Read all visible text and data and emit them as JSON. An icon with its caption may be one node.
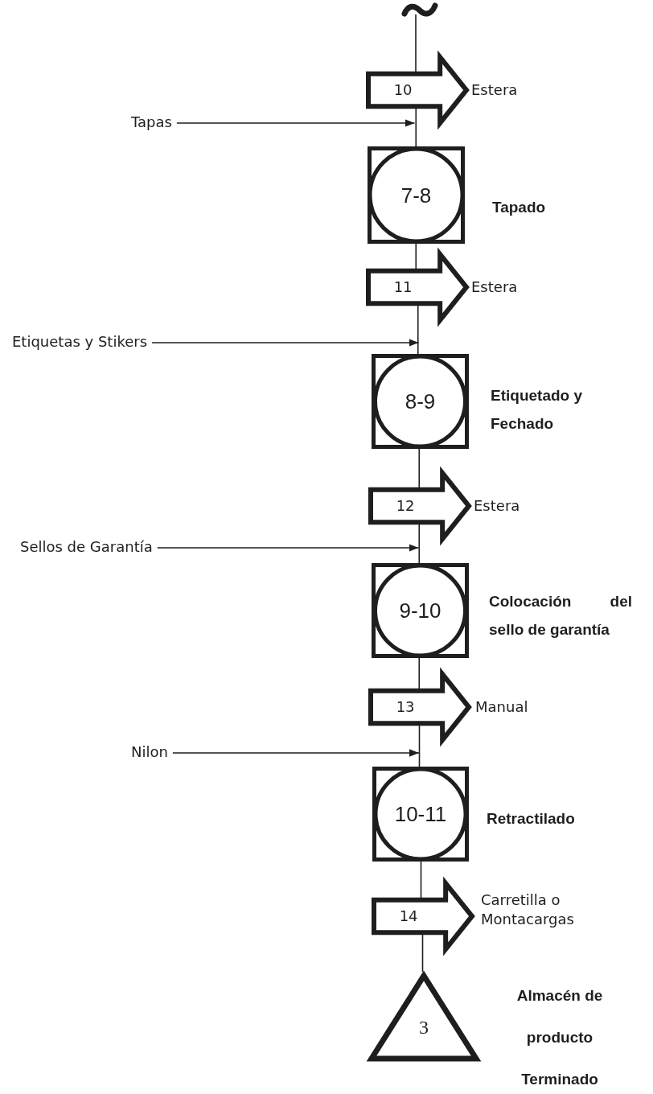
{
  "diagram": {
    "nodes": [
      {
        "text": [
          "10"
        ],
        "beside": [
          "Estera"
        ]
      },
      {
        "text": [
          "Tapas"
        ]
      },
      {
        "text": [
          "7-8"
        ],
        "beside": [
          "Tapado"
        ]
      },
      {
        "text": [
          "11"
        ],
        "beside": [
          "Estera"
        ]
      },
      {
        "text": [
          "Etiquetas y Stikers"
        ]
      },
      {
        "text": [
          "8-9"
        ],
        "beside": [
          "Etiquetado y Fechado"
        ]
      },
      {
        "text": [
          "12"
        ],
        "beside": [
          "Estera"
        ]
      },
      {
        "text": [
          "Sellos de Garantía"
        ]
      },
      {
        "text": [
          "9-10"
        ],
        "beside": [
          "Colocación del sello de garantía"
        ]
      },
      {
        "text": [
          "13"
        ],
        "beside": [
          "Manual"
        ]
      },
      {
        "text": [
          "Nilon"
        ]
      },
      {
        "text": [
          "10-11"
        ],
        "beside": [
          "Retractilado"
        ]
      },
      {
        "text": [
          "14"
        ],
        "beside": [
          "Carretilla o Montacargas"
        ]
      },
      {
        "text": [
          "3"
        ],
        "beside": [
          "Almacén de producto Terminado"
        ]
      },
      {
        "text": [],
        "shape": "break"
      }
    ],
    "edges": [
      {
        "from": 14,
        "to": 0,
        "arrow": "none"
      },
      {
        "from": 0,
        "to": 2,
        "arrow": "none"
      },
      {
        "from": 1,
        "to": 2,
        "arrow": "to"
      },
      {
        "from": 2,
        "to": 3,
        "arrow": "none"
      },
      {
        "from": 3,
        "to": 5,
        "arrow": "none"
      },
      {
        "from": 4,
        "to": 5,
        "arrow": "to"
      },
      {
        "from": 5,
        "to": 6,
        "arrow": "none"
      },
      {
        "from": 6,
        "to": 8,
        "arrow": "none"
      },
      {
        "from": 7,
        "to": 8,
        "arrow": "to"
      },
      {
        "from": 8,
        "to": 9,
        "arrow": "none"
      },
      {
        "from": 9,
        "to": 11,
        "arrow": "none"
      },
      {
        "from": 10,
        "to": 11,
        "arrow": "to"
      },
      {
        "from": 11,
        "to": 12,
        "arrow": "none"
      },
      {
        "from": 12,
        "to": 13,
        "arrow": "none"
      }
    ]
  }
}
